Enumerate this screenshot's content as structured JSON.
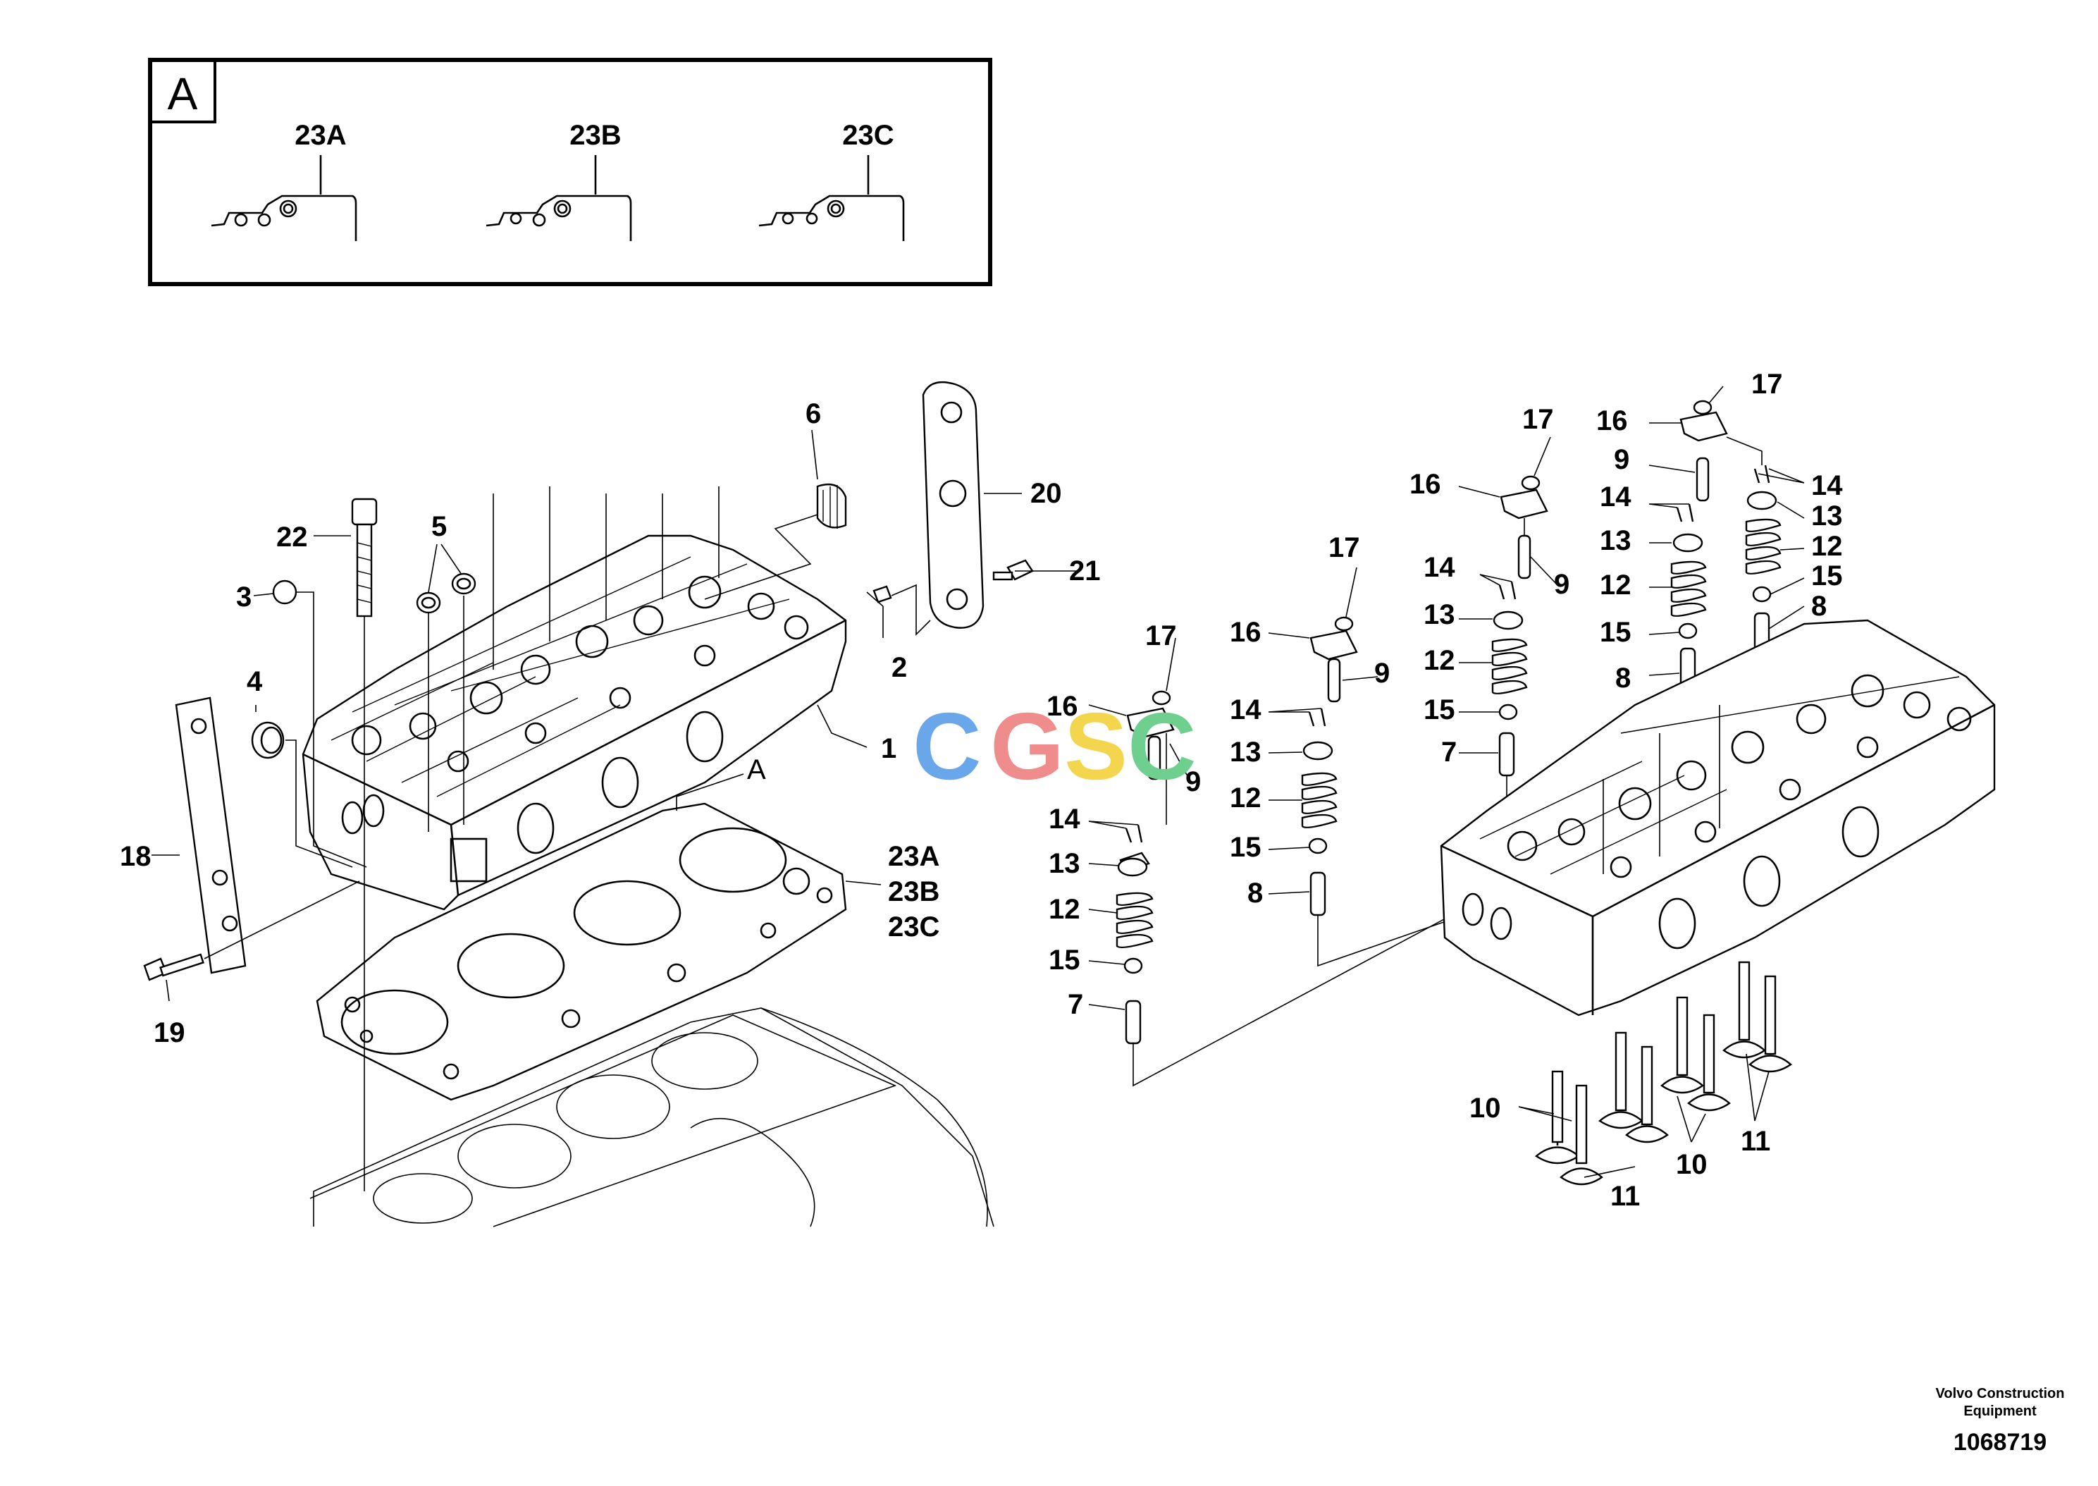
{
  "detail_box": {
    "tag": "A",
    "variants": [
      "23A",
      "23B",
      "23C"
    ]
  },
  "callouts": {
    "c1": "1",
    "c2": "2",
    "c3": "3",
    "c4": "4",
    "c5": "5",
    "c6": "6",
    "c18": "18",
    "c19": "19",
    "c20": "20",
    "c21": "21",
    "c22": "22",
    "cA": "A",
    "c23A": "23A",
    "c23B": "23B",
    "c23C": "23C",
    "v1_17": "17",
    "v1_16": "16",
    "v1_9": "9",
    "v1_14": "14",
    "v1_13": "13",
    "v1_12": "12",
    "v1_15": "15",
    "v1_7": "7",
    "v2_17": "17",
    "v2_16": "16",
    "v2_9": "9",
    "v2_14": "14",
    "v2_13": "13",
    "v2_12": "12",
    "v2_15": "15",
    "v2_8": "8",
    "v3_17": "17",
    "v3_16": "16",
    "v3_9": "9",
    "v3_14": "14",
    "v3_13": "13",
    "v3_12": "12",
    "v3_15": "15",
    "v3_7": "7",
    "v4_17": "17",
    "v4_16": "16",
    "v4_9": "9",
    "v4_14": "14",
    "v4_13": "13",
    "v4_12": "12",
    "v4_15": "15",
    "v4_8": "8",
    "v4_14r": "14",
    "v4_13r": "13",
    "v4_12r": "12",
    "v4_15r": "15",
    "v4_8r": "8",
    "c10a": "10",
    "c11a": "11",
    "c10b": "10",
    "c11b": "11"
  },
  "watermark": {
    "letters": [
      "C",
      "G",
      "S",
      "C"
    ],
    "colors": [
      "#6aa6ea",
      "#ef8c8c",
      "#f3d64d",
      "#6fcf8f"
    ]
  },
  "footer": {
    "brand_line1": "Volvo Construction",
    "brand_line2": "Equipment",
    "drawing_number": "1068719"
  }
}
